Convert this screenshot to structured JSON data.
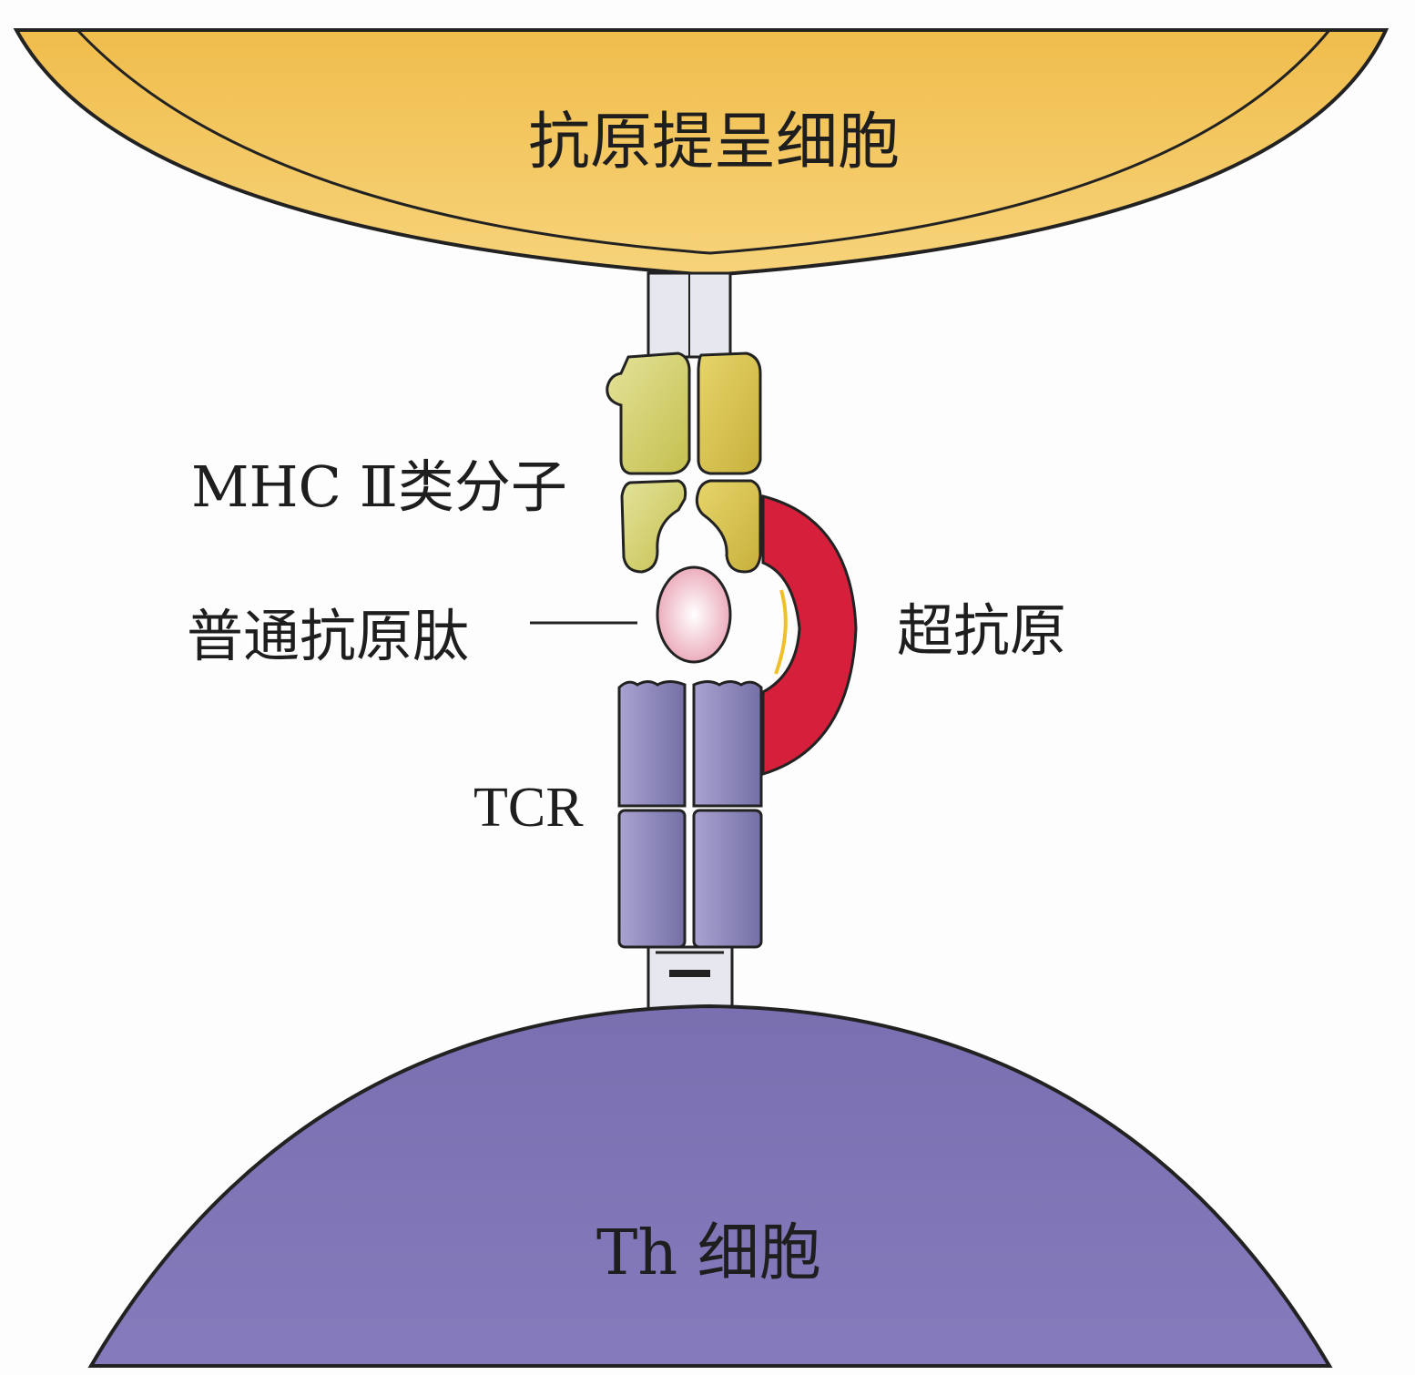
{
  "labels": {
    "apc": "抗原提呈细胞",
    "th_cell": "Th 细胞",
    "mhc": "MHC Ⅱ类分子",
    "peptide": "普通抗原肽",
    "superantigen": "超抗原",
    "tcr": "TCR"
  },
  "colors": {
    "apc_fill": "#f2c45a",
    "apc_inner": "#f5cd68",
    "mhc_alpha": "#d4d06a",
    "mhc_beta": "#dcc852",
    "peptide": "#f3c6d0",
    "superantigen": "#d61f3a",
    "tcr": "#8a84b8",
    "th_fill": "#7e74b4",
    "outline": "#222222"
  }
}
